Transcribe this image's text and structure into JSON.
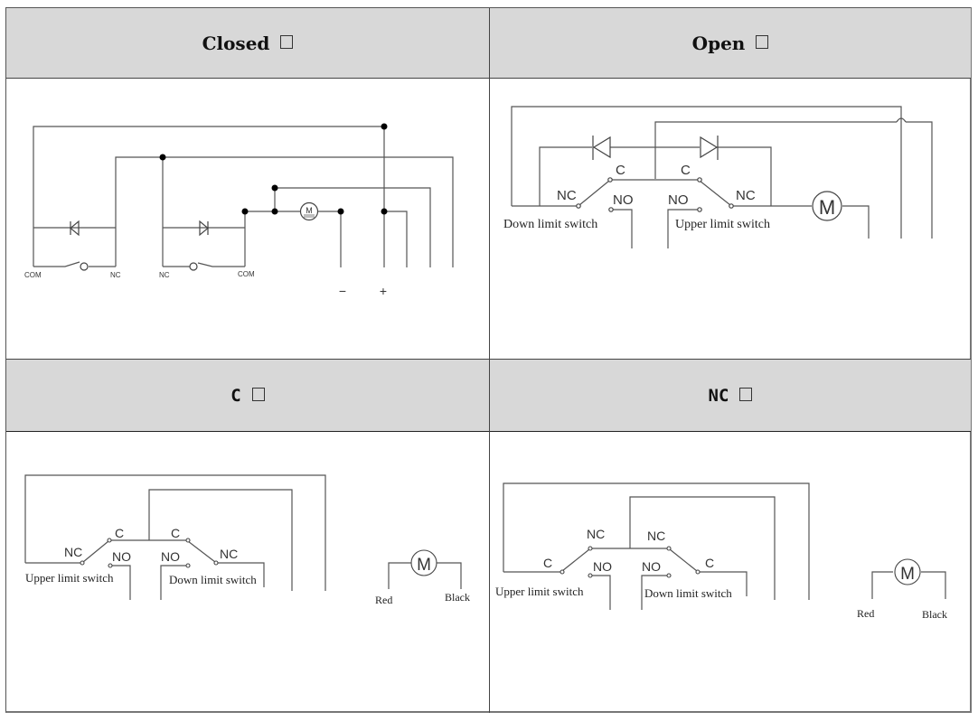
{
  "table": {
    "cells": [
      {
        "header": "Closed",
        "header_icon": "checkbox-empty-icon"
      },
      {
        "header": "Open",
        "header_icon": "checkbox-empty-icon"
      },
      {
        "header": "C",
        "header_icon": "checkbox-empty-icon"
      },
      {
        "header": "NC",
        "header_icon": "checkbox-empty-icon"
      }
    ]
  },
  "closed_diagram": {
    "labels": {
      "com_left": "COM",
      "nc_left": "NC",
      "nc_right": "NC",
      "com_right": "COM",
      "motor": "M",
      "minus": "−",
      "plus": "+"
    }
  },
  "open_diagram": {
    "labels": {
      "c_left": "C",
      "c_right": "C",
      "nc_left": "NC",
      "no_left": "NO",
      "no_right": "NO",
      "nc_right": "NC",
      "motor": "M",
      "down_switch": "Down limit switch",
      "upper_switch": "Upper limit switch"
    }
  },
  "c_diagram": {
    "labels": {
      "c_left": "C",
      "c_right": "C",
      "nc_left": "NC",
      "no_left": "NO",
      "no_right": "NO",
      "nc_right": "NC",
      "upper_switch": "Upper limit switch",
      "down_switch": "Down limit switch",
      "motor": "M",
      "red": "Red",
      "black": "Black"
    }
  },
  "nc_diagram": {
    "labels": {
      "nc_left": "NC",
      "nc_right": "NC",
      "c_left": "C",
      "no_left": "NO",
      "no_right": "NO",
      "c_right": "C",
      "upper_switch": "Upper limit switch",
      "down_switch": "Down limit switch",
      "motor": "M",
      "red": "Red",
      "black": "Black"
    }
  }
}
